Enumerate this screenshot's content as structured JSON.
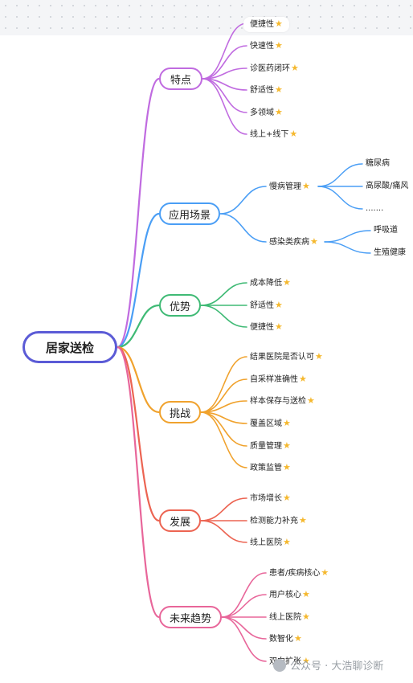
{
  "root": "居家送检",
  "colors": {
    "root": "#5b5bd6",
    "b1": "#c06be0",
    "b2": "#4a9ef5",
    "b3": "#3fba75",
    "b4": "#f0a22d",
    "b5": "#ec6452",
    "b6": "#e8669a",
    "star": "#f5b82e"
  },
  "branches": [
    {
      "label": "特点",
      "leaves": [
        "便捷性",
        "快速性",
        "诊医药闭环",
        "舒适性",
        "多领域",
        "线上+线下"
      ]
    },
    {
      "label": "应用场景",
      "leaves": [
        "慢病管理",
        "感染类疾病"
      ],
      "sub": [
        [
          "糖尿病",
          "高尿酸/痛风",
          "......."
        ],
        [
          "呼吸道",
          "生殖健康"
        ]
      ]
    },
    {
      "label": "优势",
      "leaves": [
        "成本降低",
        "舒适性",
        "便捷性"
      ]
    },
    {
      "label": "挑战",
      "leaves": [
        "结果医院是否认可",
        "自采样准确性",
        "样本保存与送检",
        "覆盖区域",
        "质量管理",
        "政策监管"
      ]
    },
    {
      "label": "发展",
      "leaves": [
        "市场增长",
        "检测能力补充",
        "线上医院"
      ]
    },
    {
      "label": "未来趋势",
      "leaves": [
        "患者/疾病核心",
        "用户核心",
        "线上医院",
        "数智化",
        "双向扩张"
      ]
    }
  ],
  "watermark": "公众号 · 大浩聊诊断"
}
